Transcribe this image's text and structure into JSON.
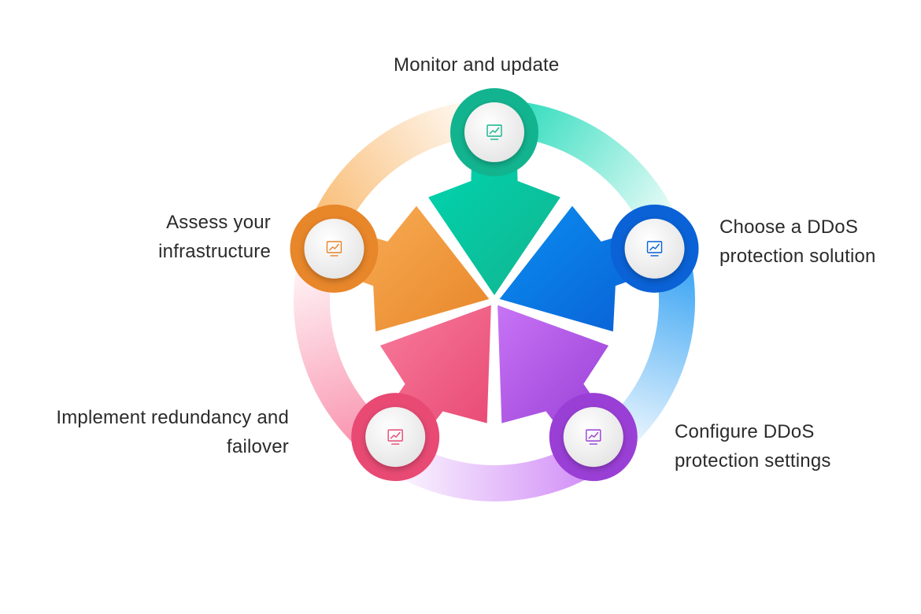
{
  "steps": [
    {
      "label": [
        "Monitor and update"
      ],
      "color": "#12b48f",
      "color2": "#00d4ae",
      "icon": "chart-presentation-icon"
    },
    {
      "label": [
        "Choose a DDoS",
        "protection solution"
      ],
      "color": "#0a62d6",
      "color2": "#0a8ef0",
      "icon": "cloud-server-icon"
    },
    {
      "label": [
        "Configure DDoS",
        "protection settings"
      ],
      "color": "#9a3fd6",
      "color2": "#c774f5",
      "icon": "cube-settings-icon"
    },
    {
      "label": [
        "Implement redundancy and",
        "failover"
      ],
      "color": "#e84a74",
      "color2": "#f87b9c",
      "icon": "laptops-transfer-icon"
    },
    {
      "label": [
        "Assess your",
        "infrastructure"
      ],
      "color": "#e8862a",
      "color2": "#f8ad55",
      "icon": "cloud-database-icon"
    }
  ]
}
